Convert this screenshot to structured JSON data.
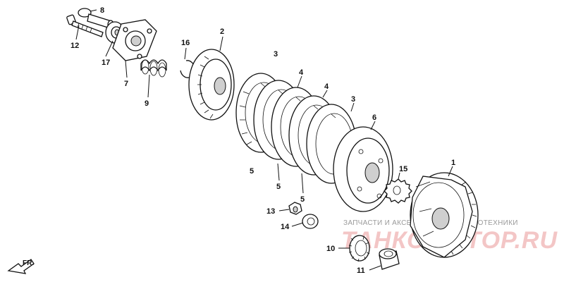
{
  "callouts": [
    {
      "id": "8",
      "label": "8"
    },
    {
      "id": "12",
      "label": "12"
    },
    {
      "id": "17",
      "label": "17"
    },
    {
      "id": "7",
      "label": "7"
    },
    {
      "id": "9",
      "label": "9"
    },
    {
      "id": "16",
      "label": "16"
    },
    {
      "id": "2",
      "label": "2"
    },
    {
      "id": "3a",
      "label": "3"
    },
    {
      "id": "4a",
      "label": "4"
    },
    {
      "id": "4b",
      "label": "4"
    },
    {
      "id": "3b",
      "label": "3"
    },
    {
      "id": "6",
      "label": "6"
    },
    {
      "id": "5a",
      "label": "5"
    },
    {
      "id": "5b",
      "label": "5"
    },
    {
      "id": "5c",
      "label": "5"
    },
    {
      "id": "15",
      "label": "15"
    },
    {
      "id": "1",
      "label": "1"
    },
    {
      "id": "13",
      "label": "13"
    },
    {
      "id": "14",
      "label": "14"
    },
    {
      "id": "10",
      "label": "10"
    },
    {
      "id": "11",
      "label": "11"
    }
  ],
  "watermark": {
    "tagline": "ЗАПЧАСТИ И АКСЕССУАРЫ ДЛЯ МОТОТЕХНИКИ",
    "brand": "ТАНКОМОТОР.RU"
  },
  "direction_marker": {
    "label": "FR."
  }
}
